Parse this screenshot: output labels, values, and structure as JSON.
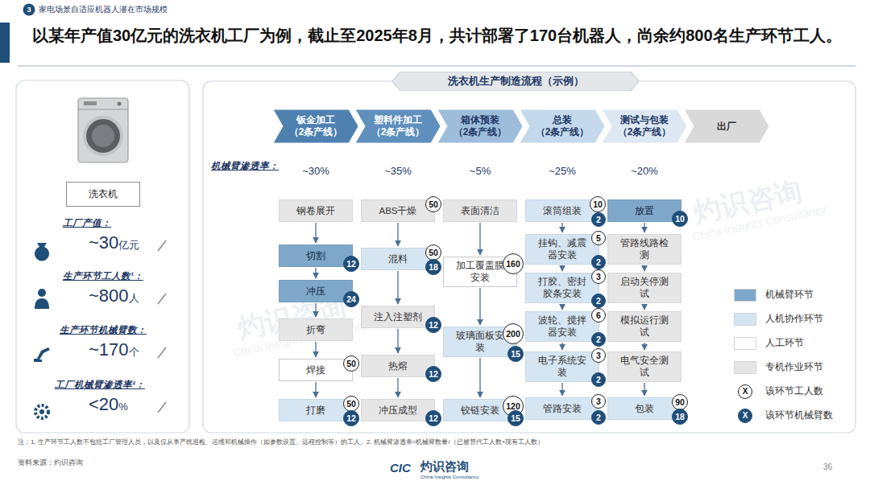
{
  "diagram": {
    "title": "以某年产值30亿元的洗衣机工厂为例，截止至2025年8月，共计部署了170台机器人，尚余约800名生产环节工人。",
    "nodes": [
      {
        "text": [
          "洗衣机"
        ]
      },
      {
        "text": [
          "洗衣机生产制造流程（示例）"
        ]
      },
      {
        "text": [
          "钣金加工 （2条产线）"
        ]
      },
      {
        "text": [
          "塑料件加工 （2条产线）"
        ]
      },
      {
        "text": [
          "箱体预装 （2条产线）"
        ]
      },
      {
        "text": [
          "总装 （2条产线）"
        ]
      },
      {
        "text": [
          "测试与包装 （2条产线）"
        ]
      },
      {
        "text": [
          "出厂"
        ]
      },
      {
        "text": [
          "钢卷展开"
        ]
      },
      {
        "text": [
          "切割"
        ]
      },
      {
        "text": [
          "12"
        ],
        "in": 9
      },
      {
        "text": [
          "冲压"
        ]
      },
      {
        "text": [
          "24"
        ],
        "in": 11
      },
      {
        "text": [
          "折弯"
        ]
      },
      {
        "text": [
          "焊接"
        ]
      },
      {
        "text": [
          "50"
        ],
        "in": 14
      },
      {
        "text": [
          "打磨"
        ]
      },
      {
        "text": [
          "50"
        ],
        "in": 16
      },
      {
        "text": [
          "12"
        ],
        "in": 16
      },
      {
        "text": [
          "ABS干燥"
        ]
      },
      {
        "text": [
          "50"
        ],
        "in": 19
      },
      {
        "text": [
          "混料"
        ]
      },
      {
        "text": [
          "50"
        ],
        "in": 21
      },
      {
        "text": [
          "18"
        ],
        "in": 21
      },
      {
        "text": [
          "注入注塑剂"
        ]
      },
      {
        "text": [
          "12"
        ],
        "in": 24
      },
      {
        "text": [
          "热熔"
        ]
      },
      {
        "text": [
          "12"
        ],
        "in": 26
      },
      {
        "text": [
          "冲压成型"
        ]
      },
      {
        "text": [
          "12"
        ],
        "in": 28
      },
      {
        "text": [
          "表面清洁"
        ]
      },
      {
        "text": [
          "加工覆盖膜安装"
        ]
      },
      {
        "text": [
          "160"
        ],
        "in": 31
      },
      {
        "text": [
          "玻璃面板安装"
        ]
      },
      {
        "text": [
          "200"
        ],
        "in": 33
      },
      {
        "text": [
          "15"
        ],
        "in": 33
      },
      {
        "text": [
          "铰链安装"
        ]
      },
      {
        "text": [
          "120"
        ],
        "in": 36
      },
      {
        "text": [
          "15"
        ],
        "in": 36
      },
      {
        "text": [
          "滚筒组装"
        ]
      },
      {
        "text": [
          "10"
        ],
        "in": 39
      },
      {
        "text": [
          "2"
        ],
        "in": 39
      },
      {
        "text": [
          "挂钩、减震器安装"
        ]
      },
      {
        "text": [
          "5"
        ],
        "in": 42
      },
      {
        "text": [
          "2"
        ],
        "in": 42
      },
      {
        "text": [
          "打胶、密封胶条安装"
        ]
      },
      {
        "text": [
          "3"
        ],
        "in": 45
      },
      {
        "text": [
          "2"
        ],
        "in": 45
      },
      {
        "text": [
          "波轮、搅拌器安装"
        ]
      },
      {
        "text": [
          "6"
        ],
        "in": 48
      },
      {
        "text": [
          "2"
        ],
        "in": 48
      },
      {
        "text": [
          "电子系统安装"
        ]
      },
      {
        "text": [
          "3"
        ],
        "in": 51
      },
      {
        "text": [
          "2"
        ],
        "in": 51
      },
      {
        "text": [
          "管路安装"
        ]
      },
      {
        "text": [
          "3"
        ],
        "in": 54
      },
      {
        "text": [
          "2"
        ],
        "in": 54
      },
      {
        "text": [
          "放置"
        ]
      },
      {
        "text": [
          "10"
        ],
        "in": 57
      },
      {
        "text": [
          "管路线路检测"
        ]
      },
      {
        "text": [
          "启动关停测试"
        ]
      },
      {
        "text": [
          "模拟运行测试"
        ]
      },
      {
        "text": [
          "电气安全测试"
        ]
      },
      {
        "text": [
          "包装"
        ]
      },
      {
        "text": [
          "90"
        ],
        "in": 63
      },
      {
        "text": [
          "18"
        ],
        "in": 63
      }
    ],
    "edges": [
      {
        "from": 8,
        "to": 9,
        "arrow": "to"
      },
      {
        "from": 9,
        "to": 11,
        "arrow": "to"
      },
      {
        "from": 11,
        "to": 13,
        "arrow": "to"
      },
      {
        "from": 13,
        "to": 14,
        "arrow": "to"
      },
      {
        "from": 14,
        "to": 16,
        "arrow": "to"
      },
      {
        "from": 19,
        "to": 21,
        "arrow": "to"
      },
      {
        "from": 21,
        "to": 24,
        "arrow": "to"
      },
      {
        "from": 24,
        "to": 26,
        "arrow": "to"
      },
      {
        "from": 26,
        "to": 28,
        "arrow": "to"
      },
      {
        "from": 30,
        "to": 31,
        "arrow": "to"
      },
      {
        "from": 31,
        "to": 33,
        "arrow": "to"
      },
      {
        "from": 33,
        "to": 36,
        "arrow": "to"
      },
      {
        "from": 39,
        "to": 42,
        "arrow": "to"
      },
      {
        "from": 42,
        "to": 45,
        "arrow": "to"
      },
      {
        "from": 45,
        "to": 48,
        "arrow": "to"
      },
      {
        "from": 48,
        "to": 51,
        "arrow": "to"
      },
      {
        "from": 51,
        "to": 54,
        "arrow": "to"
      },
      {
        "from": 57,
        "to": 59,
        "arrow": "to"
      },
      {
        "from": 59,
        "to": 60,
        "arrow": "to"
      },
      {
        "from": 60,
        "to": 61,
        "arrow": "to"
      },
      {
        "from": 61,
        "to": 62,
        "arrow": "to"
      },
      {
        "from": 62,
        "to": 63,
        "arrow": "to"
      }
    ],
    "labels": [
      "3",
      "家电场景自适应机器人潜在市场规模",
      "机械臂渗透率：",
      "~30%",
      "~35%",
      "~5%",
      "~25%",
      "~20%",
      "工厂产值：",
      "~30",
      "亿元",
      "生产环节工人数¹：",
      "~800",
      "人",
      "生产环节机械臂数：",
      "~170",
      "个",
      "工厂机械臂渗透率²：",
      "<20",
      "%",
      "X",
      "X",
      "注：1. 生产环节工人数不包括工厂管理人员，以及仅从事产线巡检、运维和机械操作（如参数设置、远程控制等）的工人。2. 机械臂渗透率=机械臂数量/（已被替代工人数+现有工人数）",
      "资料来源：灼识咨询",
      "CIC",
      "灼识咨询",
      "China Insights Consultancy",
      "36",
      "灼识咨询",
      "China Insights Consultancy",
      "灼识咨询",
      "China Insights Consultancy"
    ],
    "legend": [
      {
        "text": "机械臂环节",
        "color": "#7fa7c9"
      },
      {
        "text": "人机协作环节",
        "color": "#d5e5f2"
      },
      {
        "text": "人工环节",
        "color": "#ffffff"
      },
      {
        "text": "专机作业环节",
        "color": "#e6e6e6"
      },
      {
        "text": "该环节工人数"
      },
      {
        "text": "该环节机械臂数"
      }
    ]
  }
}
